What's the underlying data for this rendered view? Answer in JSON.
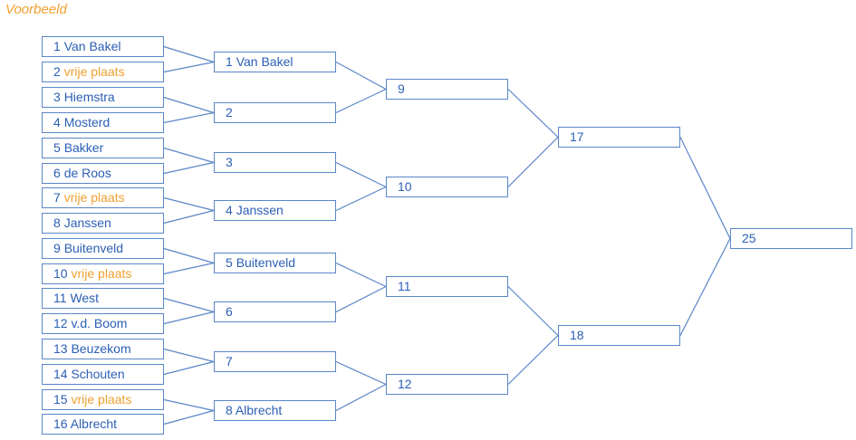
{
  "title": "Voorbeeld",
  "colors": {
    "line": "#5a86c8",
    "text": "#2b5fb5",
    "free_slot": "#f0a030"
  },
  "round1": [
    {
      "num": "1",
      "name": "Van Bakel",
      "free": false
    },
    {
      "num": "2",
      "name": "vrije plaats",
      "free": true
    },
    {
      "num": "3",
      "name": "Hiemstra",
      "free": false
    },
    {
      "num": "4",
      "name": "Mosterd",
      "free": false
    },
    {
      "num": "5",
      "name": "Bakker",
      "free": false
    },
    {
      "num": "6",
      "name": "de Roos",
      "free": false
    },
    {
      "num": "7",
      "name": "vrije plaats",
      "free": true
    },
    {
      "num": "8",
      "name": "Janssen",
      "free": false
    },
    {
      "num": "9",
      "name": "Buitenveld",
      "free": false
    },
    {
      "num": "10",
      "name": "vrije plaats",
      "free": true
    },
    {
      "num": "11",
      "name": "West",
      "free": false
    },
    {
      "num": "12",
      "name": "v.d. Boom",
      "free": false
    },
    {
      "num": "13",
      "name": "Beuzekom",
      "free": false
    },
    {
      "num": "14",
      "name": "Schouten",
      "free": false
    },
    {
      "num": "15",
      "name": "vrije plaats",
      "free": true
    },
    {
      "num": "16",
      "name": "Albrecht",
      "free": false
    }
  ],
  "round2": [
    {
      "num": "1",
      "name": "Van Bakel"
    },
    {
      "num": "2",
      "name": ""
    },
    {
      "num": "3",
      "name": ""
    },
    {
      "num": "4",
      "name": "Janssen"
    },
    {
      "num": "5",
      "name": "Buitenveld"
    },
    {
      "num": "6",
      "name": ""
    },
    {
      "num": "7",
      "name": ""
    },
    {
      "num": "8",
      "name": "Albrecht"
    }
  ],
  "round3": [
    {
      "num": "9",
      "name": ""
    },
    {
      "num": "10",
      "name": ""
    },
    {
      "num": "11",
      "name": ""
    },
    {
      "num": "12",
      "name": ""
    }
  ],
  "round4": [
    {
      "num": "17",
      "name": ""
    },
    {
      "num": "18",
      "name": ""
    }
  ],
  "final": {
    "num": "25",
    "name": ""
  }
}
